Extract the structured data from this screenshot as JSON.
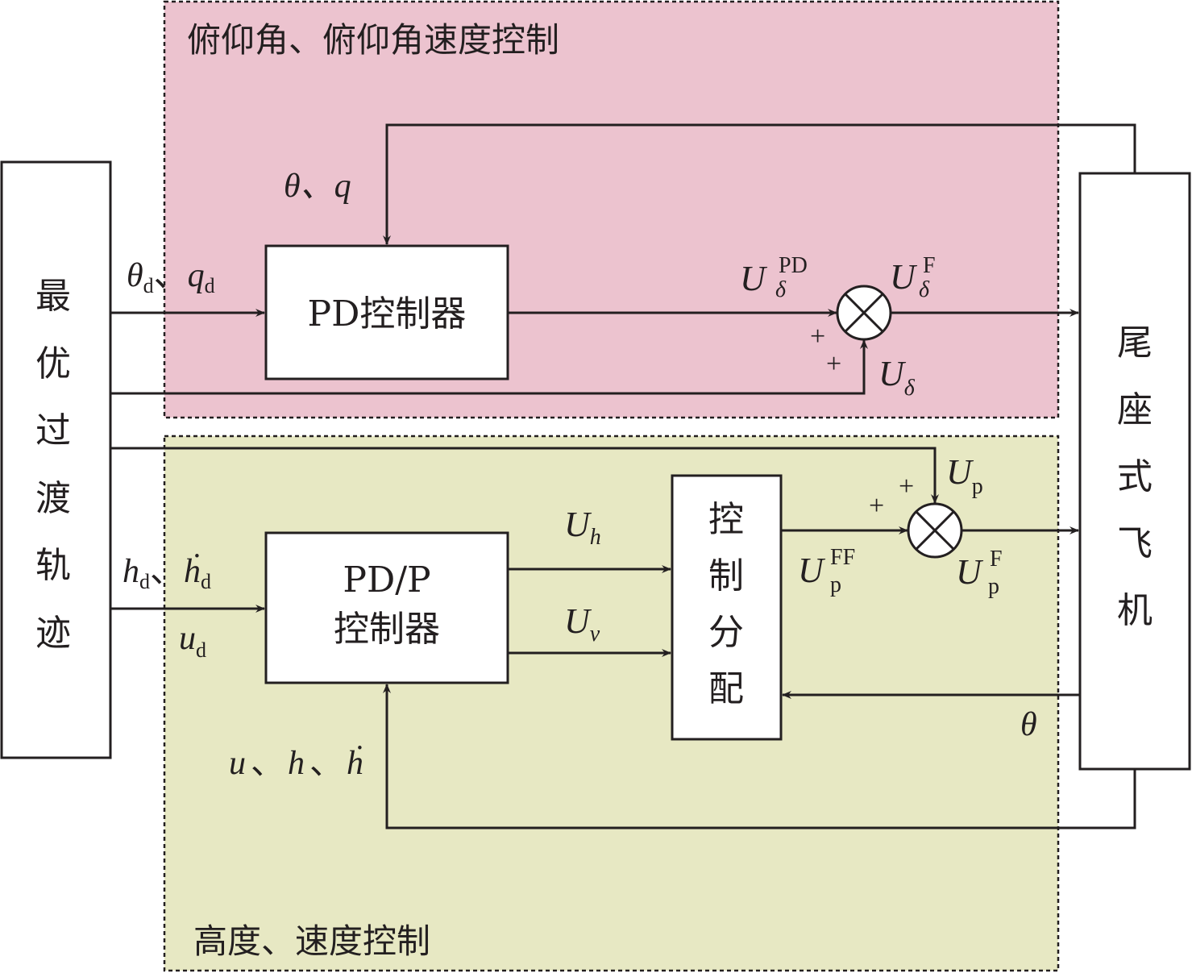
{
  "regions": {
    "pitch": {
      "title": "俯仰角、俯仰角速度控制",
      "color": "#ecc3cf"
    },
    "altitude": {
      "title": "高度、速度控制",
      "color": "#e7e8c3"
    }
  },
  "blocks": {
    "trajectory": [
      "最",
      "优",
      "过",
      "渡",
      "轨",
      "迹"
    ],
    "aircraft": [
      "尾",
      "座",
      "式",
      "飞",
      "机"
    ],
    "pd": "PD控制器",
    "pdp": [
      "PD/P",
      "控制器"
    ],
    "alloc": [
      "控",
      "制",
      "分",
      "配"
    ]
  },
  "signals": {
    "theta_q": "θ、q",
    "theta_d": "θ",
    "d": "d",
    "sep": "、",
    "q_d": "q",
    "U": "U",
    "delta": "δ",
    "PD": "PD",
    "F": "F",
    "FF": "FF",
    "p": "p",
    "h": "h",
    "v": "v",
    "u": "u",
    "h_dot": "ḣ",
    "plus": "+",
    "theta": "θ",
    "u_h_hdot": [
      "u",
      "、",
      "h",
      "、",
      "ḣ"
    ]
  }
}
